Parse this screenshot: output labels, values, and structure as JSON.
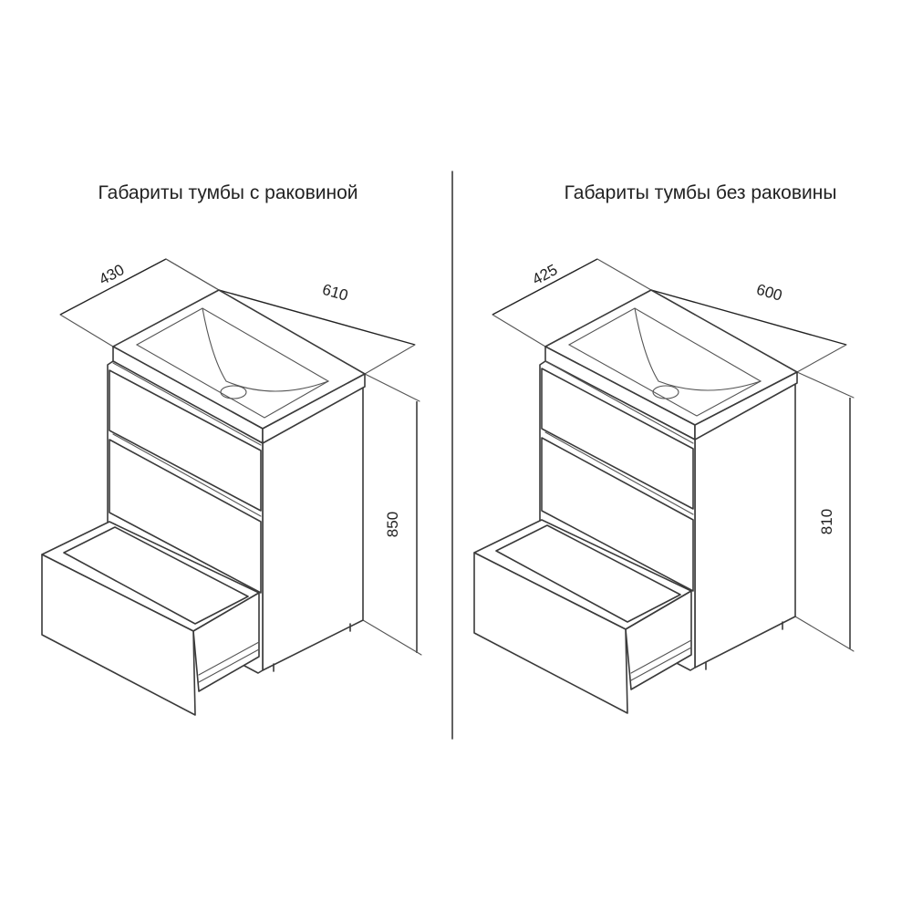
{
  "left": {
    "title": "Габариты тумбы с раковиной",
    "depth": "430",
    "width": "610",
    "height": "850"
  },
  "right": {
    "title": "Габариты тумбы без раковины",
    "depth": "425",
    "width": "600",
    "height": "810"
  },
  "colors": {
    "line": "#3a3a3a",
    "background": "#ffffff"
  }
}
